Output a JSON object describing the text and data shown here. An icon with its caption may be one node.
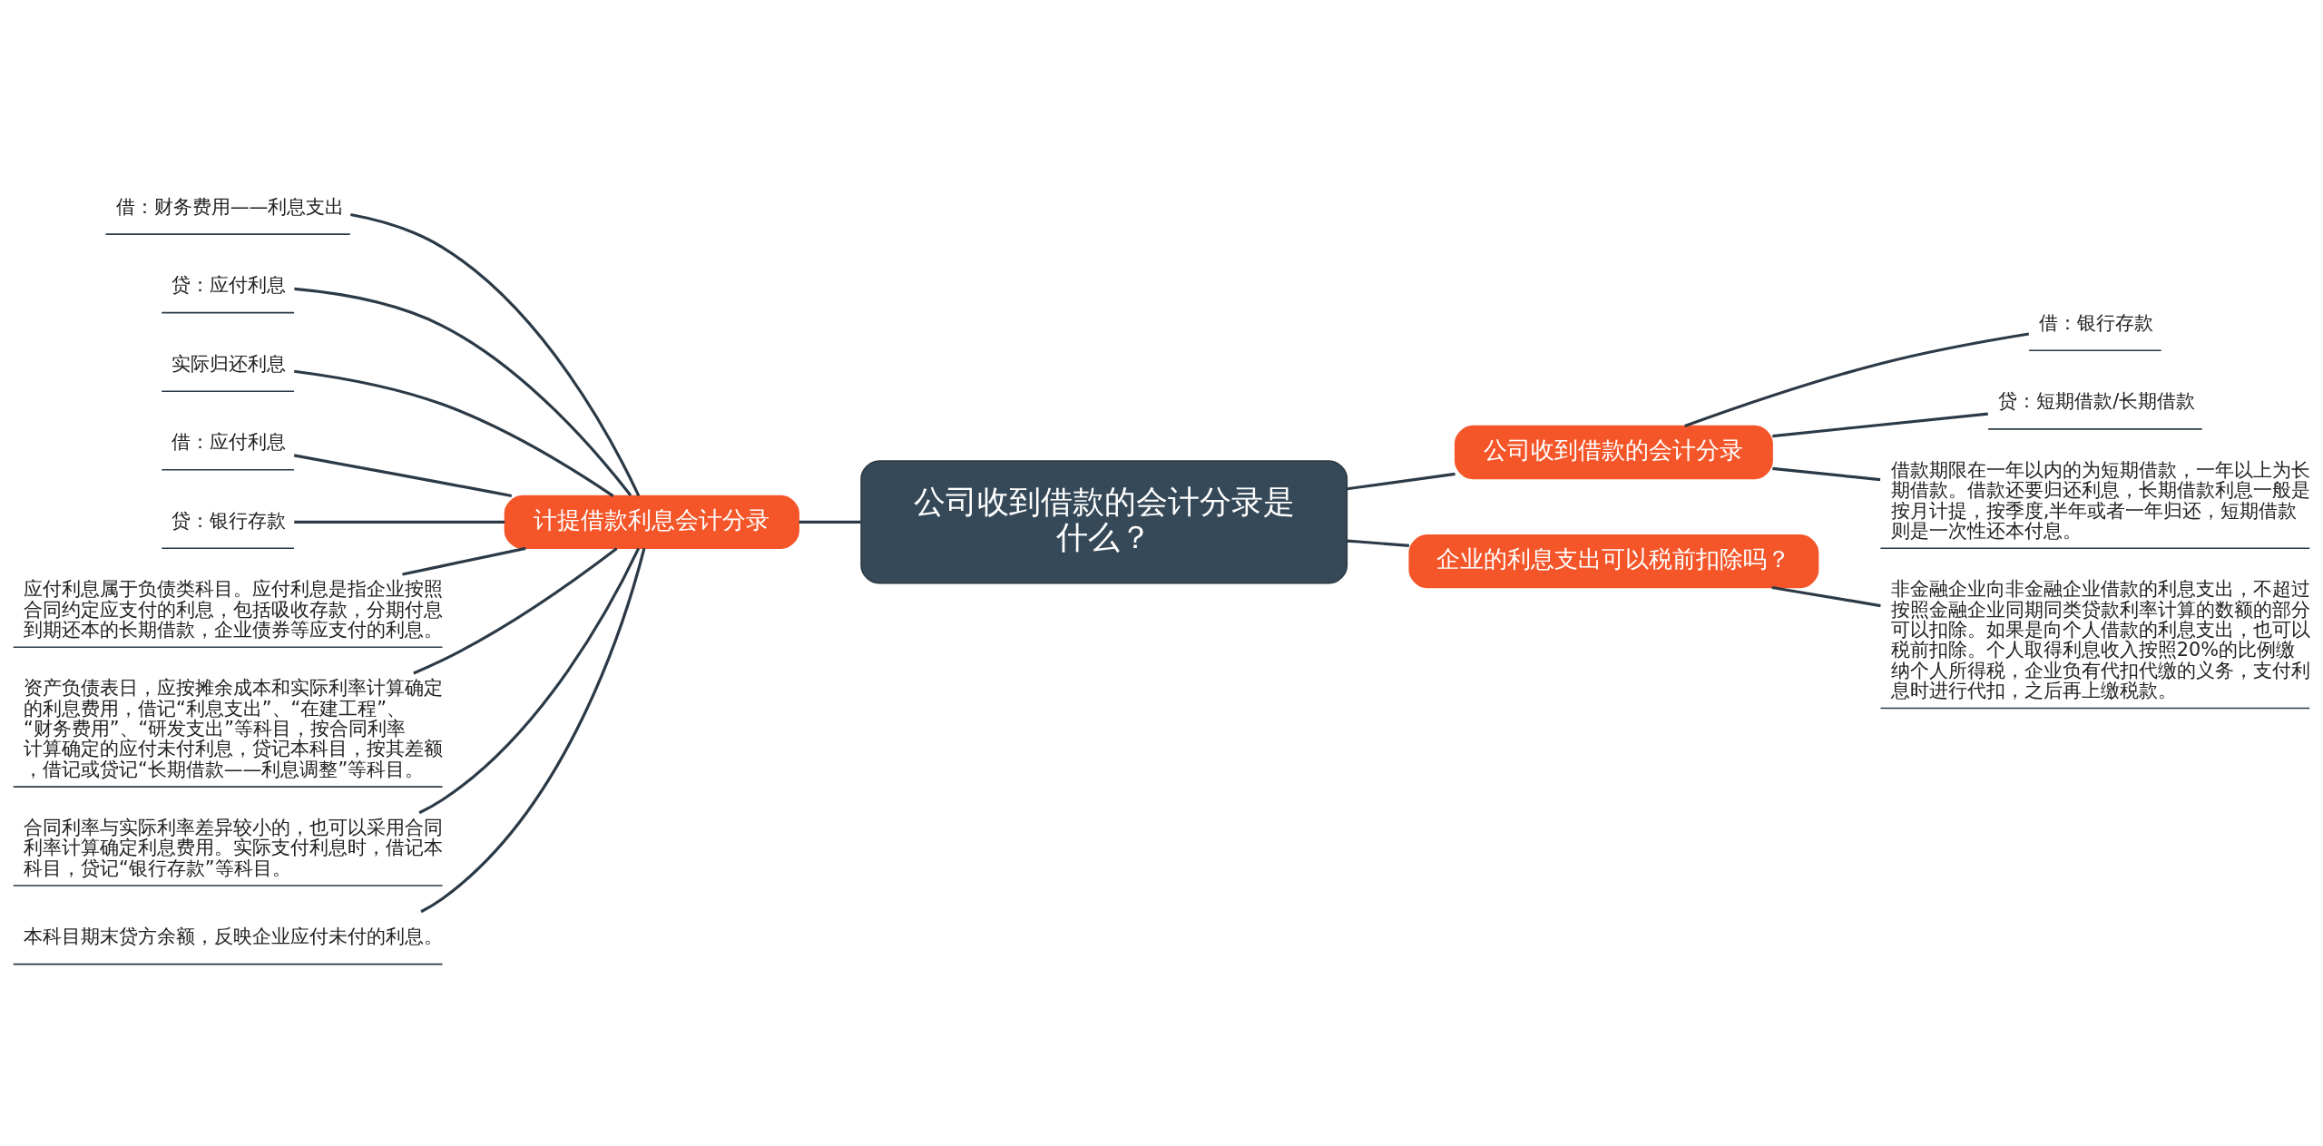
{
  "diagram": {
    "nodes": [
      {
        "text": [
          "公司收到借款的会计分录是什么？"
        ]
      },
      {
        "text": [
          "计提借款利息会计分录"
        ]
      },
      {
        "text": [
          "借：财务费用——利息支出"
        ]
      },
      {
        "text": [
          "贷：应付利息"
        ]
      },
      {
        "text": [
          "实际归还利息"
        ]
      },
      {
        "text": [
          "借：应付利息"
        ]
      },
      {
        "text": [
          "贷：银行存款"
        ]
      },
      {
        "text": [
          "应付利息属于负债类科目。应付利息是指企业按照合同约定应支付的利息，包括吸收存款，分期付息到期还本的长期借款，企业债券等应支付的利息。"
        ]
      },
      {
        "text": [
          "资产负债表日，应按摊余成本和实际利率计算确定的利息费用，借记“利息支出”、“在建工程”、“财务费用”、“研发支出”等科目，按合同利率计算确定的应付未付利息，贷记本科目，按其差额，借记或贷记“长期借款——利息调整”等科目。"
        ]
      },
      {
        "text": [
          "合同利率与实际利率差异较小的，也可以采用合同利率计算确定利息费用。实际支付利息时，借记本科目，贷记“银行存款”等科目。"
        ]
      },
      {
        "text": [
          "本科目期末贷方余额，反映企业应付未付的利息。"
        ]
      },
      {
        "text": [
          "公司收到借款的会计分录"
        ]
      },
      {
        "text": [
          "借：银行存款"
        ]
      },
      {
        "text": [
          "贷：短期借款/长期借款"
        ]
      },
      {
        "text": [
          "借款期限在一年以内的为短期借款，一年以上为长期借款。借款还要归还利息，长期借款利息一般是按月计提，按季度,半年或者一年归还，短期借款则是一次性还本付息。"
        ]
      },
      {
        "text": [
          "企业的利息支出可以税前扣除吗？"
        ]
      },
      {
        "text": [
          "非金融企业向非金融企业借款的利息支出，不超过按照金融企业同期同类贷款利率计算的数额的部分可以扣除。如果是向个人借款的利息支出，也可以税前扣除。个人取得利息收入按照20%的比例缴纳个人所得税，企业负有代扣代缴的义务，支付利息时进行代扣，之后再上缴税款。"
        ]
      }
    ],
    "edges": [
      {
        "from": 0,
        "to": 1,
        "arrow": "none"
      },
      {
        "from": 1,
        "to": 2,
        "arrow": "none"
      },
      {
        "from": 1,
        "to": 3,
        "arrow": "none"
      },
      {
        "from": 1,
        "to": 4,
        "arrow": "none"
      },
      {
        "from": 1,
        "to": 5,
        "arrow": "none"
      },
      {
        "from": 1,
        "to": 6,
        "arrow": "none"
      },
      {
        "from": 1,
        "to": 7,
        "arrow": "none"
      },
      {
        "from": 1,
        "to": 8,
        "arrow": "none"
      },
      {
        "from": 1,
        "to": 9,
        "arrow": "none"
      },
      {
        "from": 1,
        "to": 10,
        "arrow": "none"
      },
      {
        "from": 0,
        "to": 11,
        "arrow": "none"
      },
      {
        "from": 11,
        "to": 12,
        "arrow": "none"
      },
      {
        "from": 11,
        "to": 13,
        "arrow": "none"
      },
      {
        "from": 11,
        "to": 14,
        "arrow": "none"
      },
      {
        "from": 0,
        "to": 15,
        "arrow": "none"
      },
      {
        "from": 15,
        "to": 16,
        "arrow": "none"
      }
    ]
  }
}
